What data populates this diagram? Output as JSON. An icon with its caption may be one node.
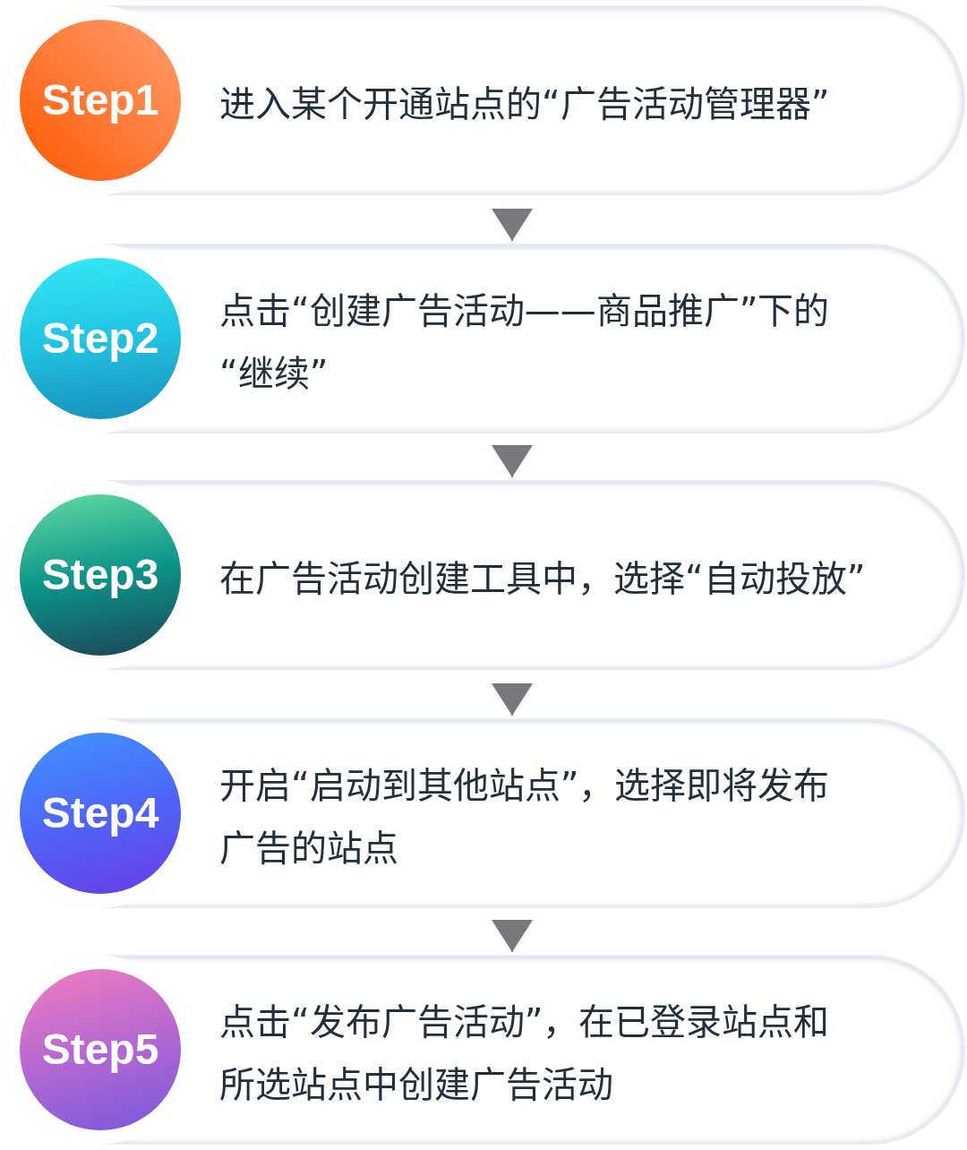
{
  "diagram": {
    "nodes": [
      {
        "text": [
          "进入某个开通站点的“广告活动管理器”"
        ]
      },
      {
        "text": [
          "Step1"
        ],
        "in": 0
      },
      {
        "text": [
          "点击“创建广告活动——商品推广”下的“继续”"
        ]
      },
      {
        "text": [
          "Step2"
        ],
        "in": 2
      },
      {
        "text": [
          "在广告活动创建工具中，选择“自动投放”"
        ]
      },
      {
        "text": [
          "Step3"
        ],
        "in": 4
      },
      {
        "text": [
          "开启“启动到其他站点”，选择即将发布广告的站点"
        ]
      },
      {
        "text": [
          "Step4"
        ],
        "in": 6
      },
      {
        "text": [
          "点击“发布广告活动”，在已登录站点和所选站点中创建广告活动"
        ]
      },
      {
        "text": [
          "Step5"
        ],
        "in": 8
      }
    ],
    "edges": [
      {
        "from": 0,
        "to": 2,
        "arrow": "to"
      },
      {
        "from": 2,
        "to": 4,
        "arrow": "to"
      },
      {
        "from": 4,
        "to": 6,
        "arrow": "to"
      },
      {
        "from": 6,
        "to": 8,
        "arrow": "to"
      }
    ]
  }
}
